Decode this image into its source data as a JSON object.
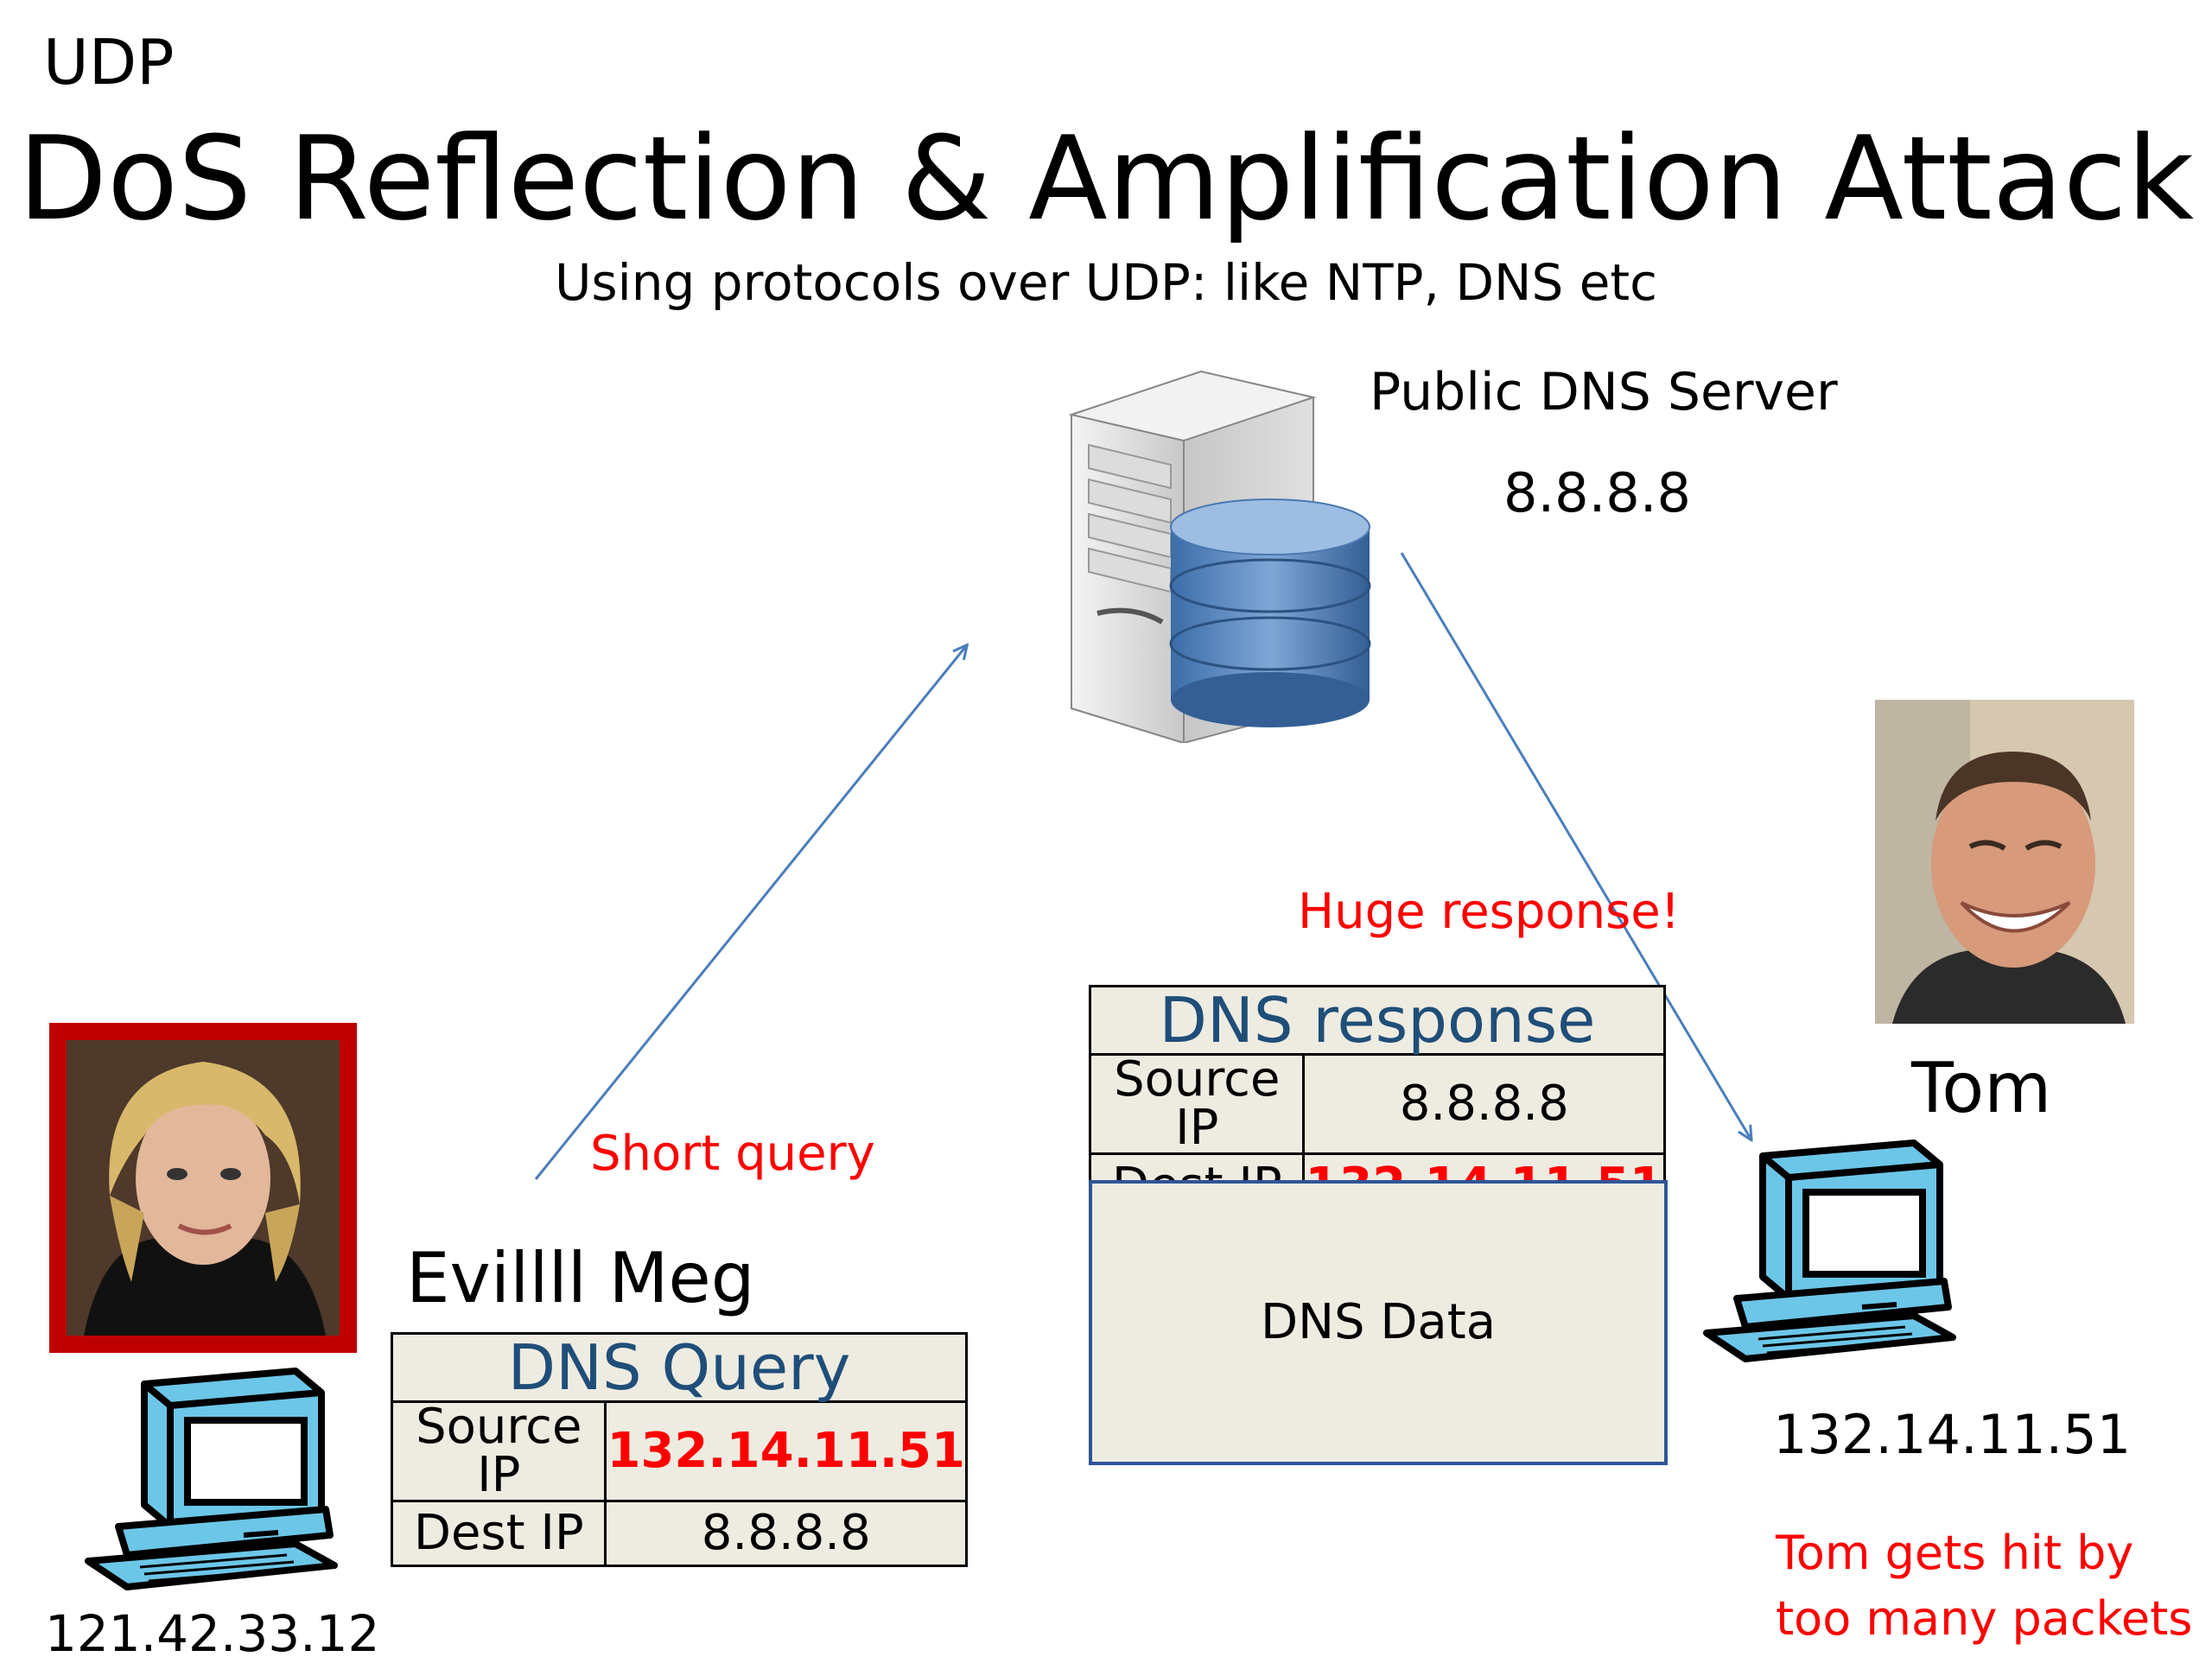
{
  "header": {
    "tag": "UDP",
    "title": "DoS Reflection & Amplification Attack",
    "subtitle": "Using protocols over UDP: like NTP, DNS etc"
  },
  "server": {
    "label": "Public DNS Server",
    "ip": "8.8.8.8"
  },
  "attacker": {
    "name": "Evillll Meg",
    "ip": "121.42.33.12",
    "query_note": "Short query"
  },
  "victim": {
    "name": "Tom",
    "ip": "132.14.11.51",
    "response_note": "Huge response!",
    "impact_note": "Tom gets hit by too many packets"
  },
  "dns_query": {
    "header": "DNS Query",
    "rows": [
      {
        "label": "Source IP",
        "value": "132.14.11.51"
      },
      {
        "label": "Dest IP",
        "value": "8.8.8.8"
      }
    ]
  },
  "dns_response": {
    "header": "DNS response",
    "rows": [
      {
        "label": "Source IP",
        "value": "8.8.8.8"
      },
      {
        "label": "Dest IP",
        "value": "132.14.11.51"
      }
    ],
    "data_label": "DNS Data"
  },
  "colors": {
    "arrow": "#4a7ebb",
    "alert": "#ff0000",
    "table_fill": "#eeece1",
    "table_header": "#1f4e79",
    "photo_frame": "#c00000"
  },
  "icons": [
    "server-icon",
    "database-icon",
    "computer-icon",
    "attacker-photo",
    "victim-photo"
  ]
}
